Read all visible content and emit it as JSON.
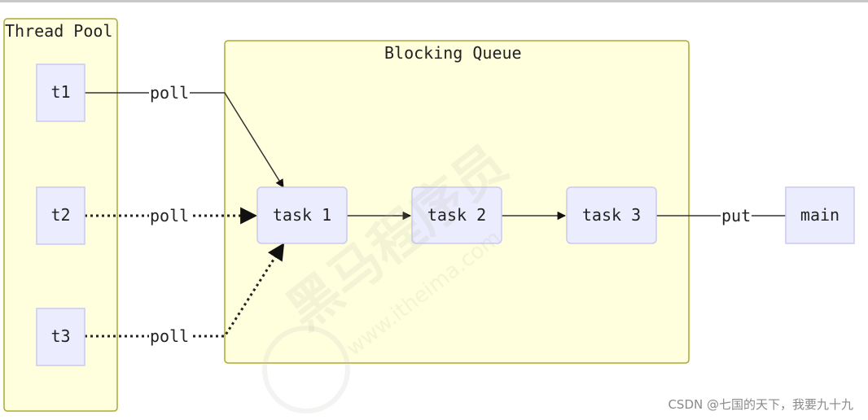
{
  "groups": {
    "thread_pool": {
      "title": "Thread Pool"
    },
    "blocking_queue": {
      "title": "Blocking Queue"
    }
  },
  "nodes": {
    "t1": "t1",
    "t2": "t2",
    "t3": "t3",
    "task1": "task 1",
    "task2": "task 2",
    "task3": "task 3",
    "main": "main"
  },
  "edges": {
    "t1_poll": "poll",
    "t2_poll": "poll",
    "t3_poll": "poll",
    "main_put": "put"
  },
  "watermark": {
    "brand": "黑马程序员",
    "site": "www.itheima.com"
  },
  "credit": "CSDN @七国的天下，我要九十九",
  "colors": {
    "group_fill": "#ffffde",
    "group_stroke": "#aaaa33",
    "node_fill": "#ececff",
    "node_stroke": "#9370db",
    "edge": "#333333"
  }
}
